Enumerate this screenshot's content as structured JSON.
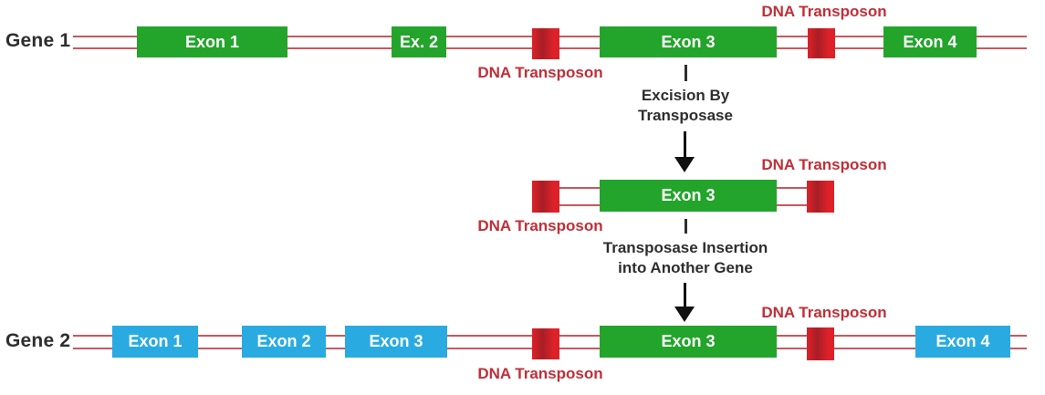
{
  "colors": {
    "exon_green": "#23A42B",
    "exon_blue": "#29ABE2",
    "transposon_red": "#DE2129",
    "transposon_red_dark": "#A81E26",
    "dna_line": "#C7585E",
    "label_red": "#C02F38",
    "text_dark": "#2E2E2E",
    "arrow_black": "#111111"
  },
  "gene1": {
    "label": "Gene 1",
    "exon1": "Exon 1",
    "exon2": "Ex. 2",
    "exon3": "Exon 3",
    "exon4": "Exon 4",
    "transposon1_label": "DNA Transposon",
    "transposon2_label": "DNA Transposon"
  },
  "excision_step": {
    "line1": "Excision By",
    "line2": "Transposase"
  },
  "excised_fragment": {
    "exon3": "Exon 3",
    "left_transposon_label": "DNA Transposon",
    "right_transposon_label": "DNA Transposon"
  },
  "insertion_step": {
    "line1": "Transposase Insertion",
    "line2": "into Another Gene"
  },
  "gene2": {
    "label": "Gene 2",
    "exon1": "Exon 1",
    "exon2": "Exon 2",
    "exon3": "Exon 3",
    "inserted_exon3": "Exon 3",
    "exon4": "Exon 4",
    "transposon1_label": "DNA Transposon",
    "transposon2_label": "DNA Transposon"
  }
}
